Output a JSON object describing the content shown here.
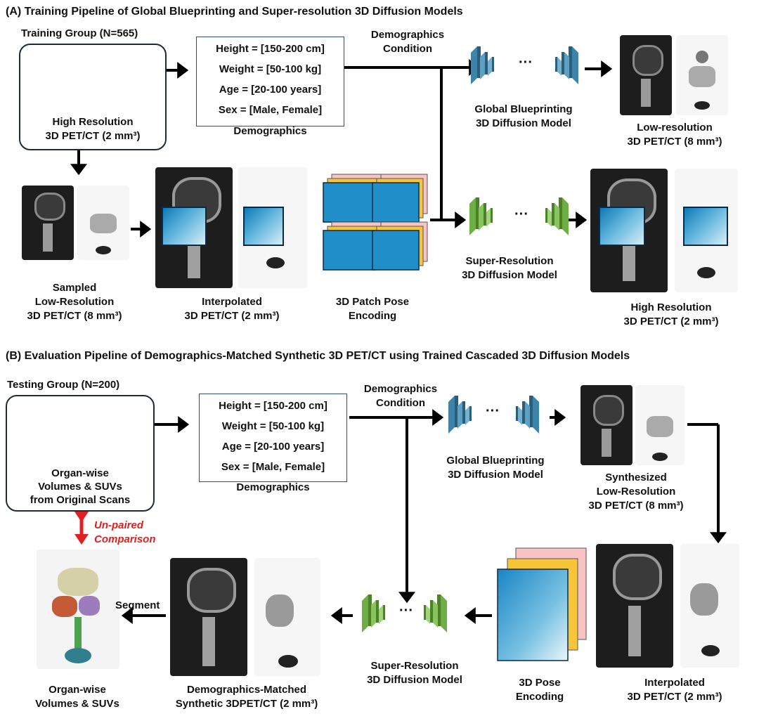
{
  "panel_a": {
    "title": "(A) Training Pipeline of Global Blueprinting and Super-resolution 3D Diffusion Models",
    "group_title": "Training Group (N=565)",
    "group_label_1": "High Resolution",
    "group_label_2": "3D PET/CT (2 mm³)",
    "demographics": [
      "Height = [150-200 cm]",
      "Weight = [50-100 kg]",
      "Age = [20-100 years]",
      "Sex = [Male, Female]"
    ],
    "demographics_caption": "Demographics",
    "condition_1": "Demographics",
    "condition_2": "Condition",
    "dots": "···",
    "blueprint_1": "Global Blueprinting",
    "blueprint_2": "3D Diffusion Model",
    "lowres_1": "Low-resolution",
    "lowres_2": "3D PET/CT (8 mm³)",
    "sampled_1": "Sampled",
    "sampled_2": "Low-Resolution",
    "sampled_3": "3D PET/CT (8 mm³)",
    "interp_1": "Interpolated",
    "interp_2": "3D PET/CT (2 mm³)",
    "patch_1": "3D Patch Pose",
    "patch_2": "Encoding",
    "sr_1": "Super-Resolution",
    "sr_2": "3D Diffusion Model",
    "highres_1": "High Resolution",
    "highres_2": "3D PET/CT (2 mm³)"
  },
  "panel_b": {
    "title": "(B) Evaluation Pipeline of Demographics-Matched Synthetic 3D PET/CT using Trained Cascaded 3D Diffusion Models",
    "group_title": "Testing Group (N=200)",
    "group_label_1": "Organ-wise",
    "group_label_2": "Volumes & SUVs",
    "group_label_3": "from Original Scans",
    "demographics": [
      "Height = [150-200 cm]",
      "Weight = [50-100 kg]",
      "Age = [20-100 years]",
      "Sex = [Male, Female]"
    ],
    "demographics_caption": "Demographics",
    "condition_1": "Demographics",
    "condition_2": "Condition",
    "dots": "···",
    "blueprint_1": "Global Blueprinting",
    "blueprint_2": "3D Diffusion Model",
    "synth_1": "Synthesized",
    "synth_2": "Low-Resolution",
    "synth_3": "3D PET/CT (8 mm³)",
    "unpaired_1": "Un-paired",
    "unpaired_2": "Comparison",
    "segment": "Segment",
    "interp_1": "Interpolated",
    "interp_2": "3D PET/CT (2 mm³)",
    "pose_1": "3D Pose",
    "pose_2": "Encoding",
    "sr_1": "Super-Resolution",
    "sr_2": "3D Diffusion Model",
    "matched_1": "Demographics-Matched",
    "matched_2": "Synthetic 3DPET/CT (2 mm³)",
    "organ_1": "Organ-wise",
    "organ_2": "Volumes & SUVs"
  },
  "colors": {
    "blueprint_model": "#4a8db0",
    "sr_model": "#7bbd4f",
    "male_training": "#2f8fc9",
    "female_training": "#a7cde9",
    "male_testing": "#a7a7a7",
    "female_testing": "#474747",
    "comparison": "#e02020",
    "patch_pink": "#f7c3c3",
    "patch_yellow": "#f7c53a",
    "patch_blue": "#1f8ec9"
  },
  "icons": [
    "person-icon",
    "network-block-icon",
    "ct-scan-icon",
    "pet-scan-icon",
    "arrow-icon"
  ]
}
